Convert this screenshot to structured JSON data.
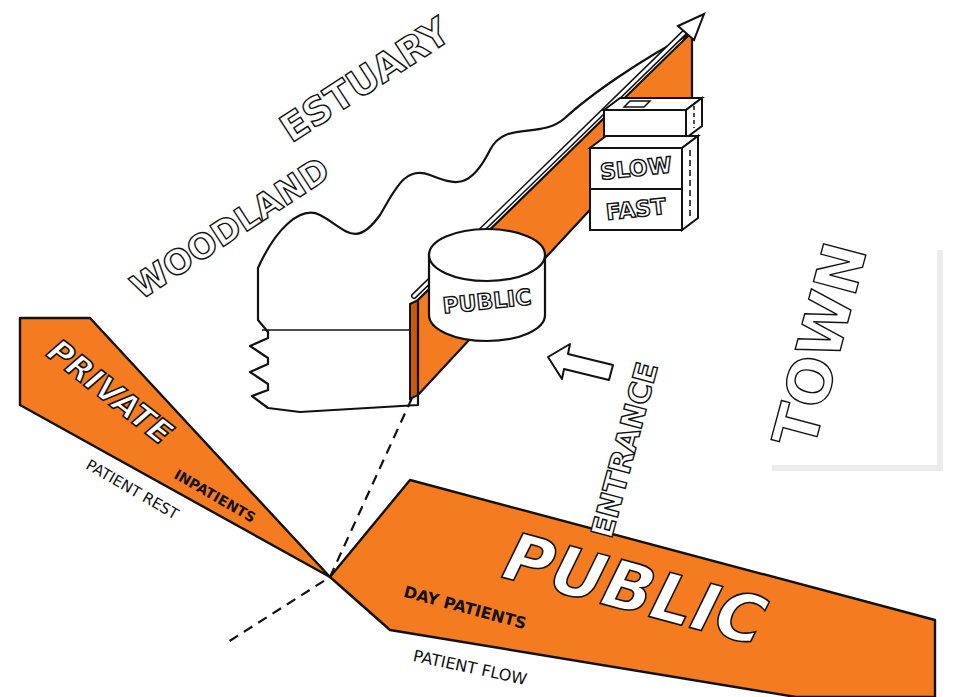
{
  "diagram": {
    "nodes": [
      {
        "text": [
          "SLOW",
          "FAST"
        ]
      },
      {
        "text": [
          "PUBLIC"
        ]
      },
      {
        "text": [
          "PRIVATE",
          "INPATIENTS",
          "PATIENT REST"
        ]
      },
      {
        "text": [
          "PUBLIC",
          "DAY PATIENTS",
          "PATIENT FLOW"
        ]
      }
    ],
    "labels": [
      "ESTUARY",
      "WOODLAND",
      "ENTRANCE",
      "TOWN"
    ]
  }
}
